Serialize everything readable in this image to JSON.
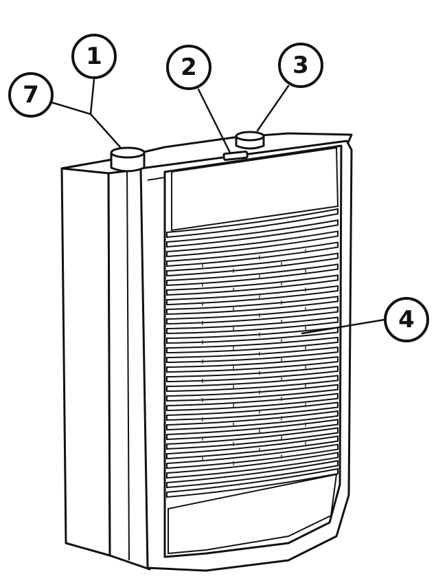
{
  "callouts": [
    {
      "id": "c1",
      "label": "1"
    },
    {
      "id": "c2",
      "label": "2"
    },
    {
      "id": "c3",
      "label": "3"
    },
    {
      "id": "c4",
      "label": "4"
    },
    {
      "id": "c7",
      "label": "7"
    }
  ],
  "colors": {
    "line": "#111111",
    "fill": "#ffffff"
  }
}
